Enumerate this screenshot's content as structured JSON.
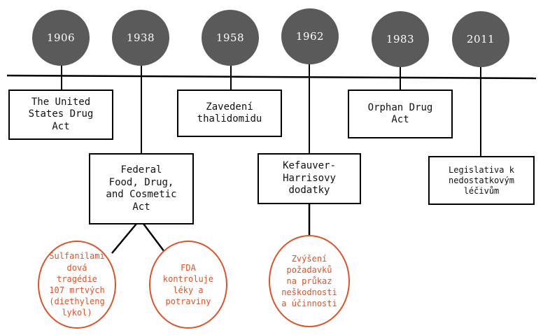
{
  "colors": {
    "year_circle": "#5a5a5a",
    "line": "#000000",
    "note": "#d9542b"
  },
  "years": [
    "1906",
    "1938",
    "1958",
    "1962",
    "1983",
    "2011"
  ],
  "events": {
    "e1906": "The United\nStates Drug\nAct",
    "e1938": "Federal\nFood, Drug,\nand Cosmetic\nAct",
    "e1958": "Zavedení\nthalidomidu",
    "e1962": "Kefauver-\nHarrisovy\ndodatky",
    "e1983": "Orphan Drug\nAct",
    "e2011": "Legislativa k\nnedostatkovým\nléčivům"
  },
  "notes": {
    "sulfanilamide": "Sulfanilami\ndová\ntragédie\n107 mrtvých\n(diethyleng\nlykol)",
    "fda": "FDA\nkontroluje\nléky a\npotraviny",
    "kefauver": "Zvýšení\npožadavků\nna průkaz\nneškodnosti\na účinnosti"
  }
}
